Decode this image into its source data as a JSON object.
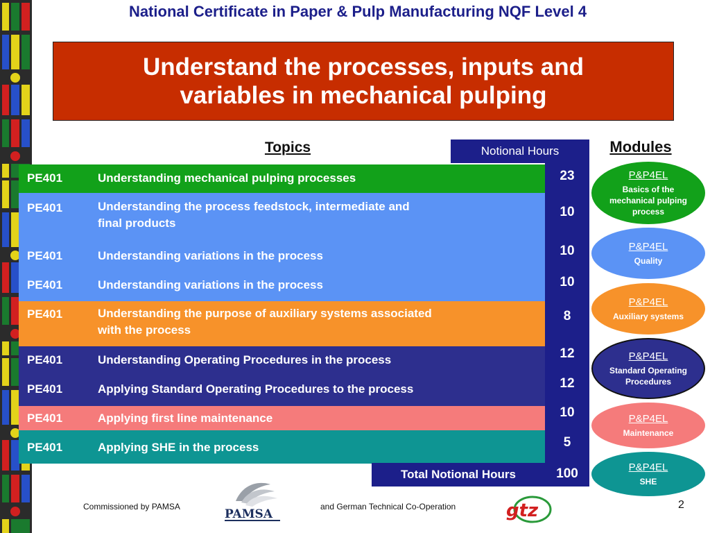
{
  "header": {
    "title": "National Certificate in Paper & Pulp Manufacturing NQF Level 4"
  },
  "slide": {
    "title_line1": "Understand the processes, inputs and",
    "title_line2": "variables in mechanical pulping"
  },
  "labels": {
    "topics": "Topics",
    "notional_hours": "Notional Hours",
    "modules": "Modules",
    "total_label": "Total Notional Hours",
    "total_value": "100"
  },
  "rows": [
    {
      "code": "PE401",
      "topic": "Understanding mechanical pulping processes",
      "topic_line2": "",
      "hours": "23",
      "color": "#12a11a"
    },
    {
      "code": "PE401",
      "topic": "Understanding the process feedstock, intermediate and",
      "topic_line2": "final products",
      "hours": "10",
      "color": "#5b93f5"
    },
    {
      "code": "PE401",
      "topic": "Understanding variations in the process",
      "topic_line2": "",
      "hours": "10",
      "color": "#5b93f5"
    },
    {
      "code": "PE401",
      "topic": "Understanding variations in the process",
      "topic_line2": "",
      "hours": "10",
      "color": "#5b93f5"
    },
    {
      "code": "PE401",
      "topic": "Understanding the purpose of auxiliary systems associated",
      "topic_line2": "with the process",
      "hours": "8",
      "color": "#f7922a"
    },
    {
      "code": "PE401",
      "topic": "Understanding Operating Procedures in the process",
      "topic_line2": "",
      "hours": "12",
      "color": "#2d2f8e"
    },
    {
      "code": "PE401",
      "topic": "Applying Standard Operating Procedures to the process",
      "topic_line2": "",
      "hours": "12",
      "color": "#2d2f8e"
    },
    {
      "code": "PE401",
      "topic": "Applying first line maintenance",
      "topic_line2": "",
      "hours": "10",
      "color": "#f57b7b"
    },
    {
      "code": "PE401",
      "topic": "Applying SHE in the process",
      "topic_line2": "",
      "hours": "5",
      "color": "#0e9593"
    }
  ],
  "modules": [
    {
      "code": "P&P4EL",
      "desc_line1": "Basics of the",
      "desc_line2": "mechanical pulping",
      "desc_line3": "process",
      "color": "#12a11a"
    },
    {
      "code": "P&P4EL",
      "desc_line1": "Quality",
      "desc_line2": "",
      "desc_line3": "",
      "color": "#5b93f5"
    },
    {
      "code": "P&P4EL",
      "desc_line1": "Auxiliary systems",
      "desc_line2": "",
      "desc_line3": "",
      "color": "#f7922a"
    },
    {
      "code": "P&P4EL",
      "desc_line1": "Standard Operating",
      "desc_line2": "Procedures",
      "desc_line3": "",
      "color": "#2d2f8e"
    },
    {
      "code": "P&P4EL",
      "desc_line1": "Maintenance",
      "desc_line2": "",
      "desc_line3": "",
      "color": "#f57b7b"
    },
    {
      "code": "P&P4EL",
      "desc_line1": "SHE",
      "desc_line2": "",
      "desc_line3": "",
      "color": "#0e9593"
    }
  ],
  "footer": {
    "left": "Commissioned by PAMSA",
    "middle": "and German Technical Co-Operation",
    "page": "2",
    "pamsa_logo_text": "PAMSA",
    "gtz_logo_text": "gtz"
  }
}
